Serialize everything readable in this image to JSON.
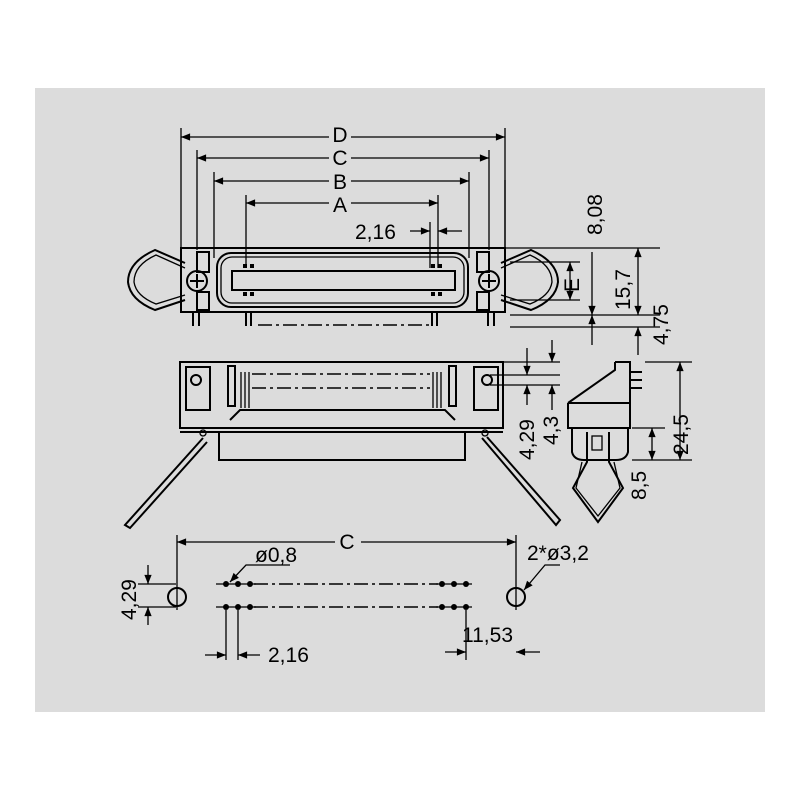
{
  "drawing": {
    "background_color": "#dcdcdc",
    "line_color": "#000000",
    "top_view": {
      "dim_D": "D",
      "dim_C": "C",
      "dim_B": "B",
      "dim_A": "A",
      "pitch": "2,16",
      "dim_8_08": "8,08",
      "dim_E": "E",
      "dim_15_7": "15,7",
      "dim_4_75": "4,75"
    },
    "front_view": {
      "dim_4_29": "4,29",
      "dim_4_3": "4,3"
    },
    "side_view": {
      "dim_24_5": "24,5",
      "dim_8_5": "8,5"
    },
    "footprint": {
      "dim_C": "C",
      "pin_hole": "ø0,8",
      "mount_hole": "2*ø3,2",
      "row_spacing": "4,29",
      "pitch": "2,16",
      "offset": "11,53"
    }
  }
}
